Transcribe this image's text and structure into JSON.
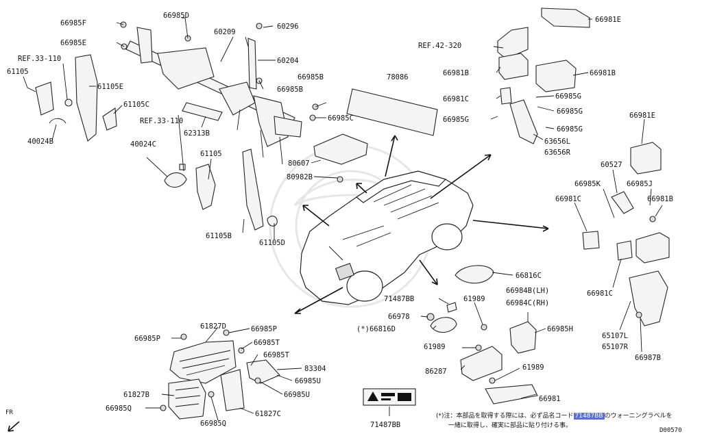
{
  "callouts": {
    "p66985F": "66985F",
    "p66985D": "66985D",
    "p60209": "60209",
    "p60296": "60296",
    "p66985E": "66985E",
    "pRef33a": "REF.33-110",
    "p60204": "60204",
    "p61105a": "61105",
    "p61105E": "61105E",
    "p66985Ba": "66985B",
    "p66985Bb": "66985B",
    "p61105C": "61105C",
    "pRef33b": "REF.33-110",
    "p40024B": "40024B",
    "p62313B": "62313B",
    "p66985C": "66985C",
    "p40024C": "40024C",
    "p61105b": "61105",
    "p80607": "80607",
    "p80982B": "80982B",
    "p61105B": "61105B",
    "p61105D": "61105D",
    "p78086": "78086",
    "pRef42": "REF.42-320",
    "p66981Ea": "66981E",
    "p66981Ba": "66981B",
    "p66981Bb": "66981B",
    "p66981Ca": "66981C",
    "p66985Ga": "66985G",
    "p66985Gb": "66985G",
    "p66985Gc": "66985G",
    "p66985Gd": "66985G",
    "p63656L": "63656L",
    "p63656R": "63656R",
    "p66981Eb": "66981E",
    "p60527": "60527",
    "p66985K": "66985K",
    "p66985J": "66985J",
    "p66981Cb": "66981C",
    "p66981Bc": "66981B",
    "p66816Ca": "66816C",
    "p66981Cc": "66981C",
    "p71487BBa": "71487BB",
    "p61989a": "61989",
    "p66984B": "66984B(LH)",
    "p66984C": "66984C(RH)",
    "p66978": "66978",
    "p66816D": "(*)66816D",
    "p66985H": "66985H",
    "p65107L": "65107L",
    "p65107R": "65107R",
    "p66987B": "66987B",
    "p61989b": "61989",
    "p61989c": "61989",
    "p86287": "86287",
    "p66981": "66981",
    "p71487BBb": "71487BB",
    "p61827D": "61827D",
    "p66985Pa": "66985P",
    "p66985Pb": "66985P",
    "p66985Ta": "66985T",
    "p66985Tb": "66985T",
    "p83304": "83304",
    "p66985Ua": "66985U",
    "p66985Ub": "66985U",
    "p61827B": "61827B",
    "p61827C": "61827C",
    "p66985Qa": "66985Q",
    "p66985Qb": "66985Q"
  },
  "note": {
    "line1_prefix": "(*)注：本部品を取得する際には、必ず品名コード",
    "code": "71487BB",
    "line1_suffix": "のウォーニングラベルを",
    "line2": "一緒に取得し、確実に部品に貼り付ける事。"
  },
  "corner": {
    "fr": "FR",
    "diagram_id": "D00570"
  }
}
